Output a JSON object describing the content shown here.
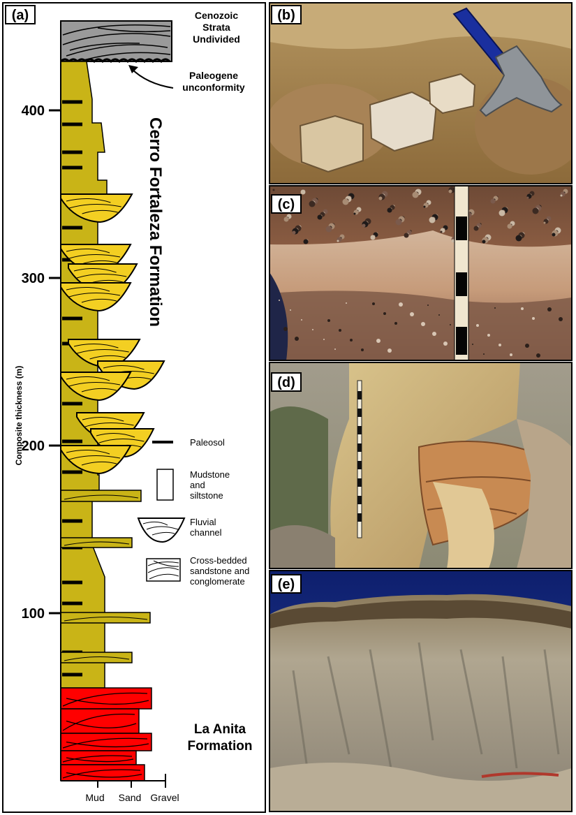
{
  "panels": {
    "a": "(a)",
    "b": "(b)",
    "c": "(c)",
    "d": "(d)",
    "e": "(e)"
  },
  "column": {
    "cenozoic_label": [
      "Cenozoic",
      "Strata",
      "Undivided"
    ],
    "unconformity_label": [
      "Paleogene",
      "unconformity"
    ],
    "formation_upper": "Cerro Fortaleza Formation",
    "formation_lower": [
      "La Anita",
      "Formation"
    ],
    "y_axis_label": "Composite thickness (m)",
    "y_ticks": [
      "400",
      "300",
      "200",
      "100"
    ],
    "y_tick_values": [
      400,
      300,
      200,
      100
    ],
    "x_ticks": [
      "Mud",
      "Sand",
      "Gravel"
    ]
  },
  "legend": {
    "paleosol": [
      "Paleosol"
    ],
    "mudstone": [
      "Mudstone",
      "and",
      "siltstone"
    ],
    "fluvial": [
      "Fluvial",
      "channel"
    ],
    "crossbedded": [
      "Cross-bedded",
      "sandstone and",
      "conglomerate"
    ]
  },
  "colors": {
    "mudstone_fill": "#c9b417",
    "channel_fill": "#f3cf22",
    "la_anita_fill": "#ff0000",
    "cenozoic_fill": "#9a9a9a",
    "border": "#000000"
  },
  "photo_subjects": {
    "b": "petrified wood blocks beside a rock hammer",
    "c": "conglomerate over sandstone with a scale bar",
    "d": "sandstone outcrop with a striped staff",
    "e": "badland hillside under a blue sky"
  }
}
